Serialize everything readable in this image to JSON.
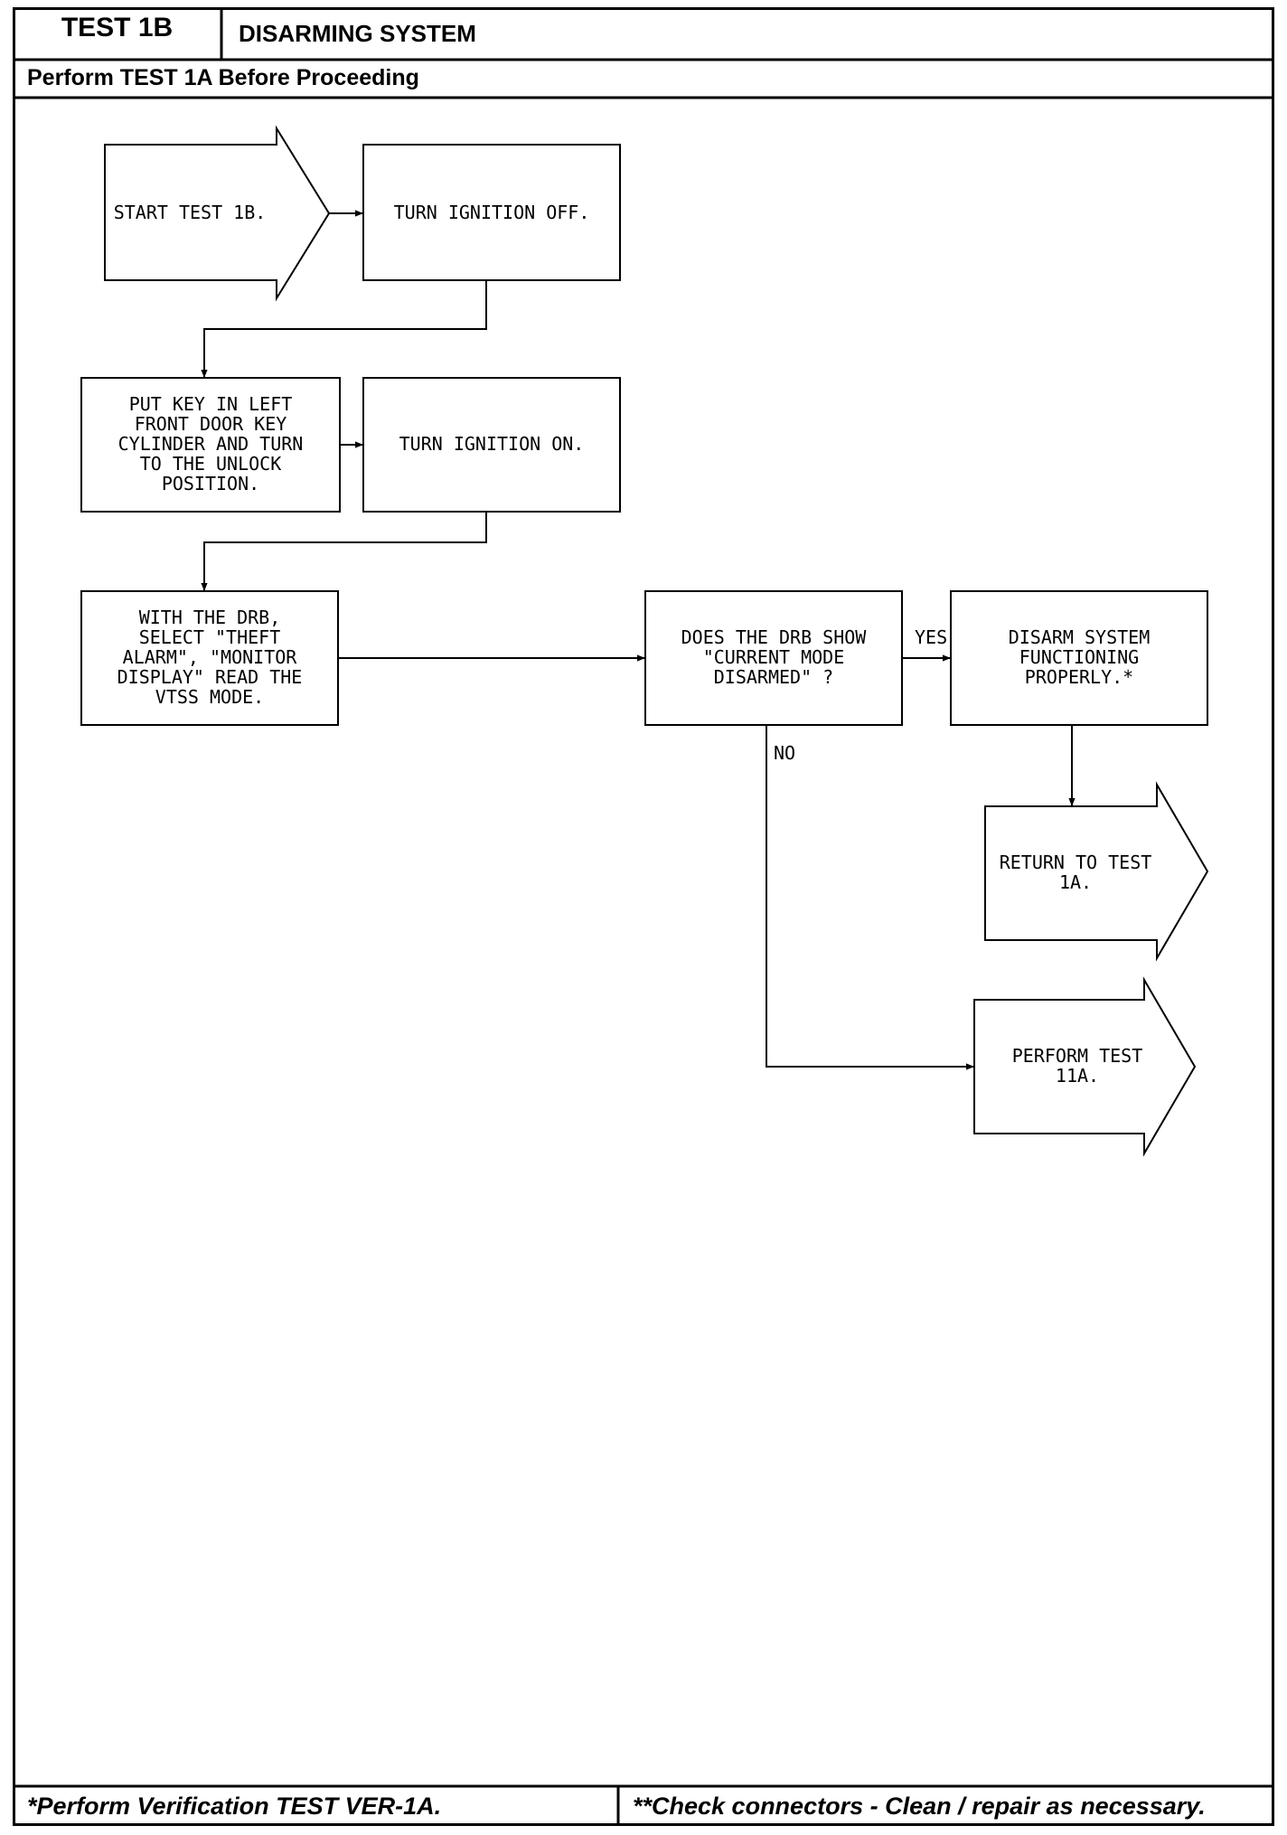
{
  "header": {
    "test_id": "TEST 1B",
    "title": "DISARMING SYSTEM",
    "subtitle": "Perform TEST 1A Before Proceeding"
  },
  "footer": {
    "left_note": "*Perform Verification TEST VER-1A.",
    "right_note": "**Check connectors - Clean / repair as necessary."
  },
  "flow": {
    "start": [
      "START TEST 1B."
    ],
    "ignition_off": [
      "TURN IGNITION OFF."
    ],
    "key_unlock": [
      "PUT KEY IN LEFT",
      "FRONT DOOR KEY",
      "CYLINDER AND TURN",
      "TO THE UNLOCK",
      "POSITION."
    ],
    "ignition_on": [
      "TURN IGNITION ON."
    ],
    "drb_select": [
      "WITH THE DRB,",
      "SELECT \"THEFT",
      "ALARM\", \"MONITOR",
      "DISPLAY\" READ THE",
      "VTSS MODE."
    ],
    "decision": [
      "DOES THE DRB SHOW",
      "\"CURRENT MODE",
      "DISARMED\" ?"
    ],
    "functioning": [
      "DISARM SYSTEM",
      "FUNCTIONING",
      "PROPERLY.*"
    ],
    "return_test": [
      "RETURN TO TEST",
      "1A."
    ],
    "perform_test": [
      "PERFORM TEST",
      "11A."
    ],
    "yes_label": "YES",
    "no_label": "NO"
  }
}
